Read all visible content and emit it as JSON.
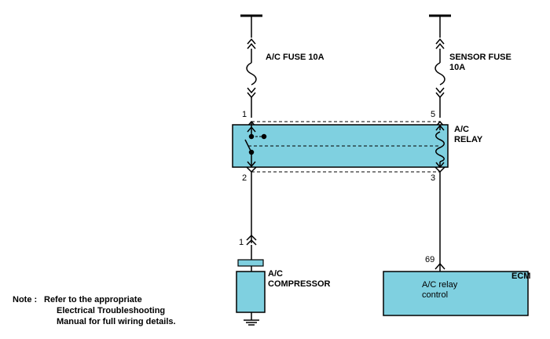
{
  "diagram": {
    "fuses": {
      "ac_fuse": "A/C FUSE 10A",
      "sensor_fuse_line1": "SENSOR FUSE",
      "sensor_fuse_line2": "10A"
    },
    "relay": {
      "label_line1": "A/C",
      "label_line2": "RELAY",
      "pins": {
        "p1": "1",
        "p2": "2",
        "p3": "3",
        "p5": "5"
      }
    },
    "compressor": {
      "label_line1": "A/C",
      "label_line2": "COMPRESSOR",
      "pin": "1"
    },
    "ecm": {
      "label": "ECM",
      "text_line1": "A/C relay",
      "text_line2": "control",
      "pin": "69"
    },
    "note": {
      "prefix": "Note :",
      "line1": "Refer to the appropriate",
      "line2": "Electrical Troubleshooting",
      "line3": "Manual for full wiring details."
    },
    "colors": {
      "component_fill": "#7fd0e0",
      "wire": "#000000"
    }
  }
}
